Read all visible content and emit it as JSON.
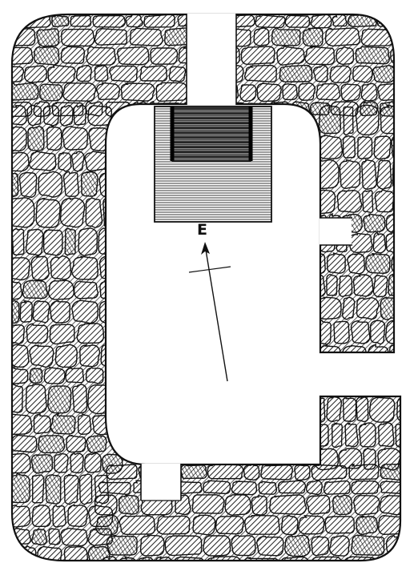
{
  "compass": {
    "label": "E"
  },
  "colors": {
    "ink": "#111111",
    "stone_fill": "#ffffff",
    "paper": "#ffffff"
  },
  "features": [
    "stone-wall",
    "wall-openings",
    "stair-pit",
    "north-arrow"
  ]
}
